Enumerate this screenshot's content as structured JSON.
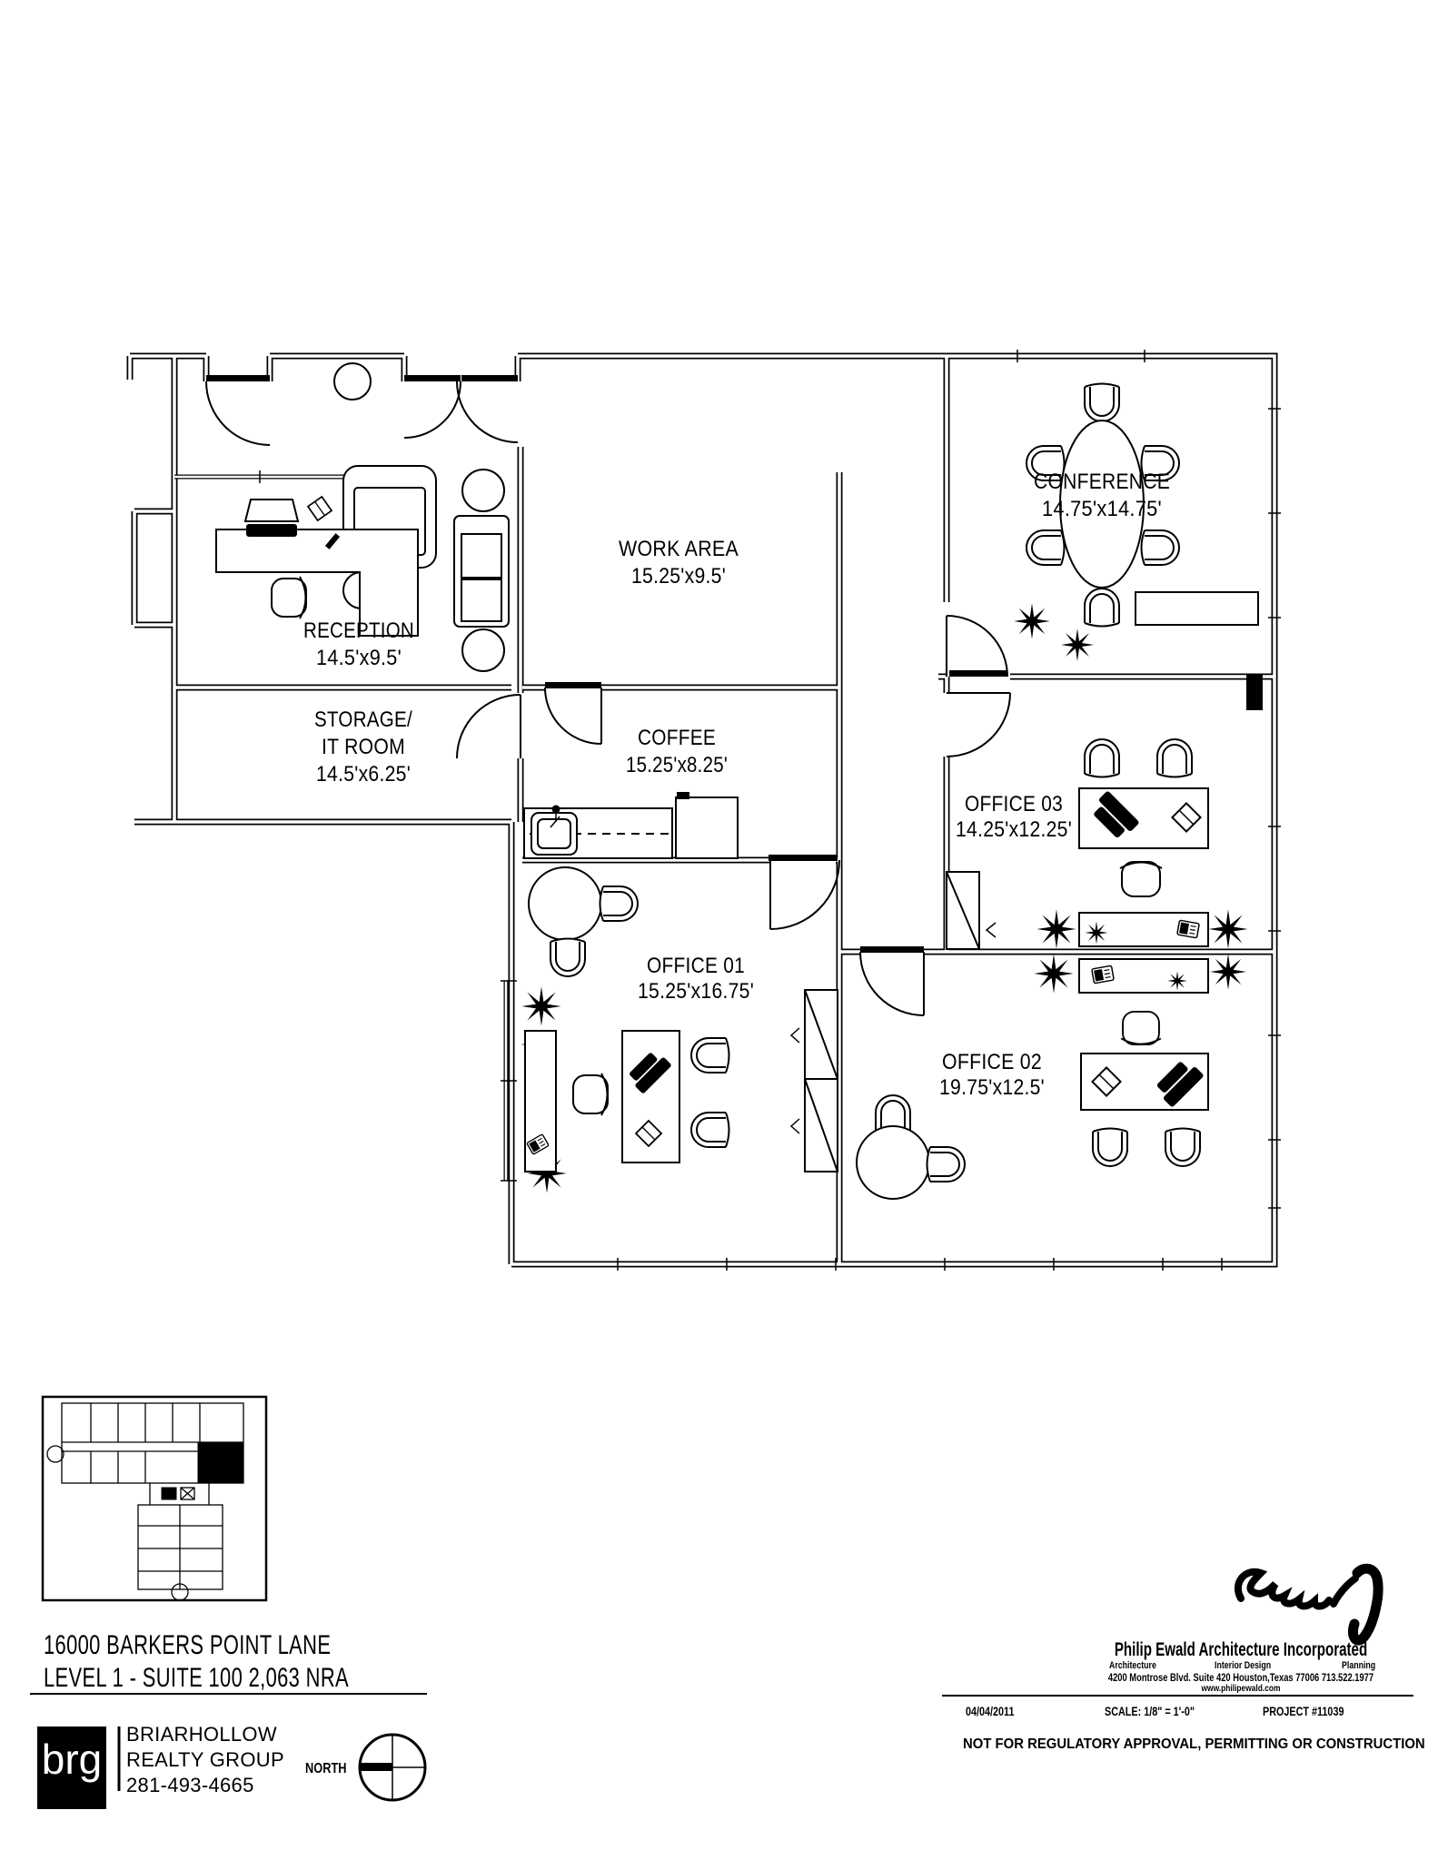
{
  "colors": {
    "ink": "#000000",
    "paper": "#ffffff"
  },
  "rooms": {
    "conference": {
      "name": "CONFERENCE",
      "dims": "14.75'x14.75'"
    },
    "work_area": {
      "name": "WORK AREA",
      "dims": "15.25'x9.5'"
    },
    "reception": {
      "name": "RECEPTION",
      "dims": "14.5'x9.5'"
    },
    "storage": {
      "line1": "STORAGE/",
      "line2": "IT ROOM",
      "dims": "14.5'x6.25'"
    },
    "coffee": {
      "name": "COFFEE",
      "dims": "15.25'x8.25'"
    },
    "office01": {
      "name": "OFFICE 01",
      "dims": "15.25'x16.75'"
    },
    "office02": {
      "name": "OFFICE 02",
      "dims": "19.75'x12.5'"
    },
    "office03": {
      "name": "OFFICE 03",
      "dims": "14.25'x12.25'"
    }
  },
  "title_block": {
    "address_line": "16000 BARKERS POINT LANE",
    "level_line": "LEVEL 1 - SUITE 100  2,063 NRA"
  },
  "realty": {
    "logo": "brg",
    "name_line1": "BRIARHOLLOW",
    "name_line2": "REALTY GROUP",
    "phone": "281-493-4665",
    "north_label": "NORTH"
  },
  "architect": {
    "firm": "Philip Ewald Architecture Incorporated",
    "services": [
      "Architecture",
      "Interior Design",
      "Planning"
    ],
    "address": "4200 Montrose Blvd. Suite 420  Houston,Texas 77006  713.522.1977",
    "website": "www.philipewald.com",
    "date": "04/04/2011",
    "scale": "SCALE: 1/8\" = 1'-0\"",
    "project": "PROJECT #11039",
    "disclaimer": "NOT FOR REGULATORY APPROVAL, PERMITTING OR CONSTRUCTION"
  }
}
